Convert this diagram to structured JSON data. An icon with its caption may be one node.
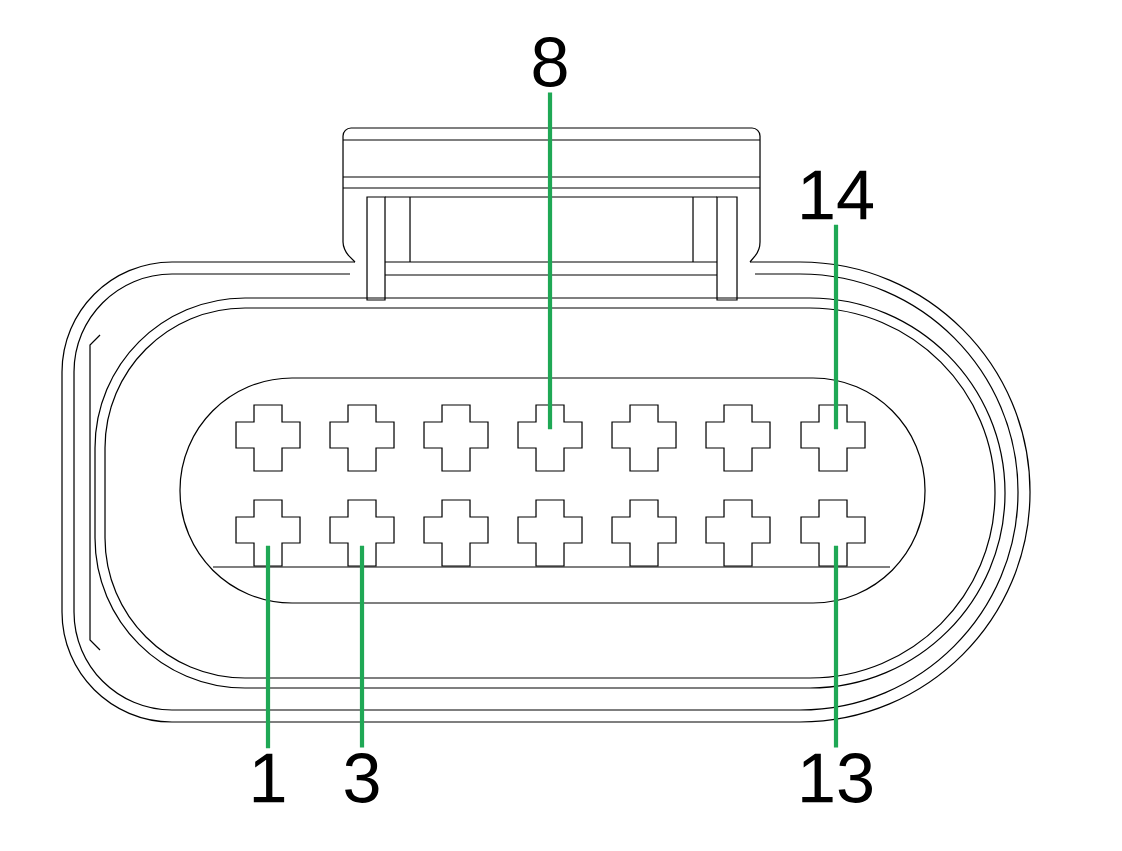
{
  "diagram": {
    "nodes": [
      {
        "text": [
          "8"
        ]
      },
      {
        "text": [
          "14"
        ]
      },
      {
        "text": [],
        "shape": "cross"
      },
      {
        "text": [],
        "shape": "cross"
      },
      {
        "text": [],
        "shape": "cross"
      },
      {
        "text": [],
        "shape": "cross"
      },
      {
        "text": [],
        "shape": "cross"
      },
      {
        "text": [
          "1"
        ]
      },
      {
        "text": [
          "3"
        ]
      },
      {
        "text": [
          "13"
        ]
      }
    ],
    "edges": [
      {
        "from": 0,
        "to": 2,
        "arrow": "none"
      },
      {
        "from": 1,
        "to": 3,
        "arrow": "none"
      },
      {
        "from": 7,
        "to": 4,
        "arrow": "none"
      },
      {
        "from": 8,
        "to": 5,
        "arrow": "none"
      },
      {
        "from": 9,
        "to": 6,
        "arrow": "none"
      }
    ]
  }
}
